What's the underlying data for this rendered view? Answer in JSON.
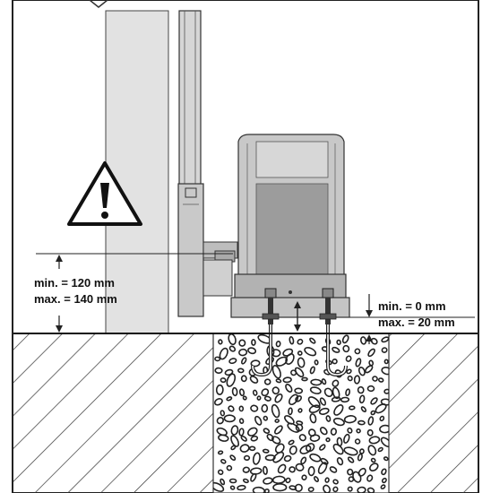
{
  "left_dimension": {
    "min_text": "min. = 120 mm",
    "max_text": "max. = 140 mm"
  },
  "right_dimension": {
    "min_text": "min. = 0 mm",
    "max_text": "max. = 20 mm"
  },
  "warning_sign": {
    "icon": "warning-triangle-icon"
  }
}
